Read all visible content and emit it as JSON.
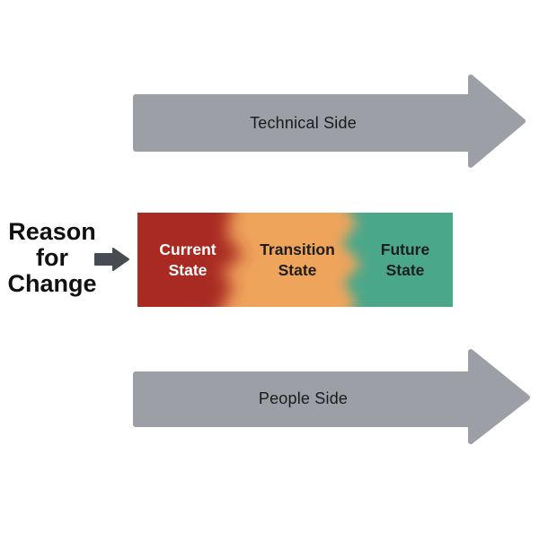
{
  "diagram": {
    "technical_arrow": {
      "label": "Technical Side"
    },
    "people_arrow": {
      "label": "People Side"
    },
    "reason_label": {
      "lines": [
        "Reason",
        "for",
        "Change"
      ]
    },
    "states": [
      {
        "lines": [
          "Current",
          "State"
        ],
        "fill": "#A92B24",
        "text_color": "#FFFFFF"
      },
      {
        "lines": [
          "Transition",
          "State"
        ],
        "fill": "#EFA45B",
        "text_color": "#1D1D1D"
      },
      {
        "lines": [
          "Future",
          "State"
        ],
        "fill": "#4BA78A",
        "text_color": "#1D1D1D"
      }
    ],
    "colors": {
      "big_arrow_gray": "#9CA0A6",
      "reason_arrow_dark": "#474C52",
      "arrow_text": "#1A1A1A",
      "reason_text": "#111111",
      "background": "#FFFFFF"
    }
  }
}
